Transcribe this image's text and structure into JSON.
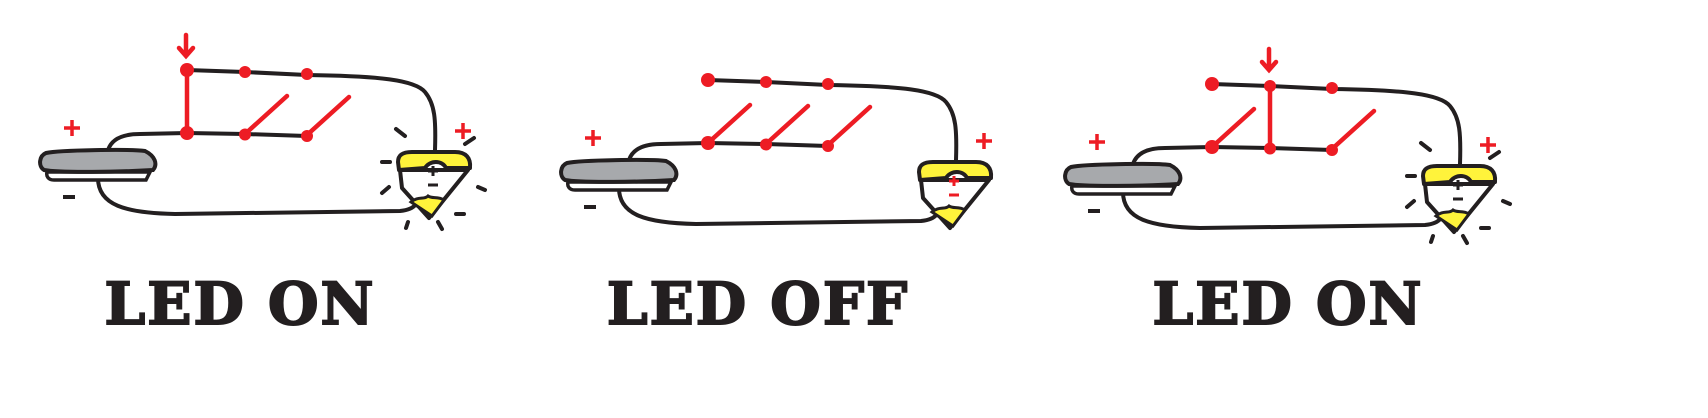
{
  "colors": {
    "wire": "#231f20",
    "switch": "#ed1c24",
    "battery": "#a7a9ac",
    "led": "#fff33b"
  },
  "panels": [
    {
      "label": "LED ON",
      "led_on": true,
      "switches": [
        "closed",
        "open",
        "open"
      ]
    },
    {
      "label": "LED OFF",
      "led_on": false,
      "switches": [
        "open",
        "open",
        "open"
      ]
    },
    {
      "label": "LED ON",
      "led_on": true,
      "switches": [
        "open",
        "closed",
        "open"
      ]
    }
  ],
  "symbols": {
    "plus": "+",
    "minus": "−"
  }
}
